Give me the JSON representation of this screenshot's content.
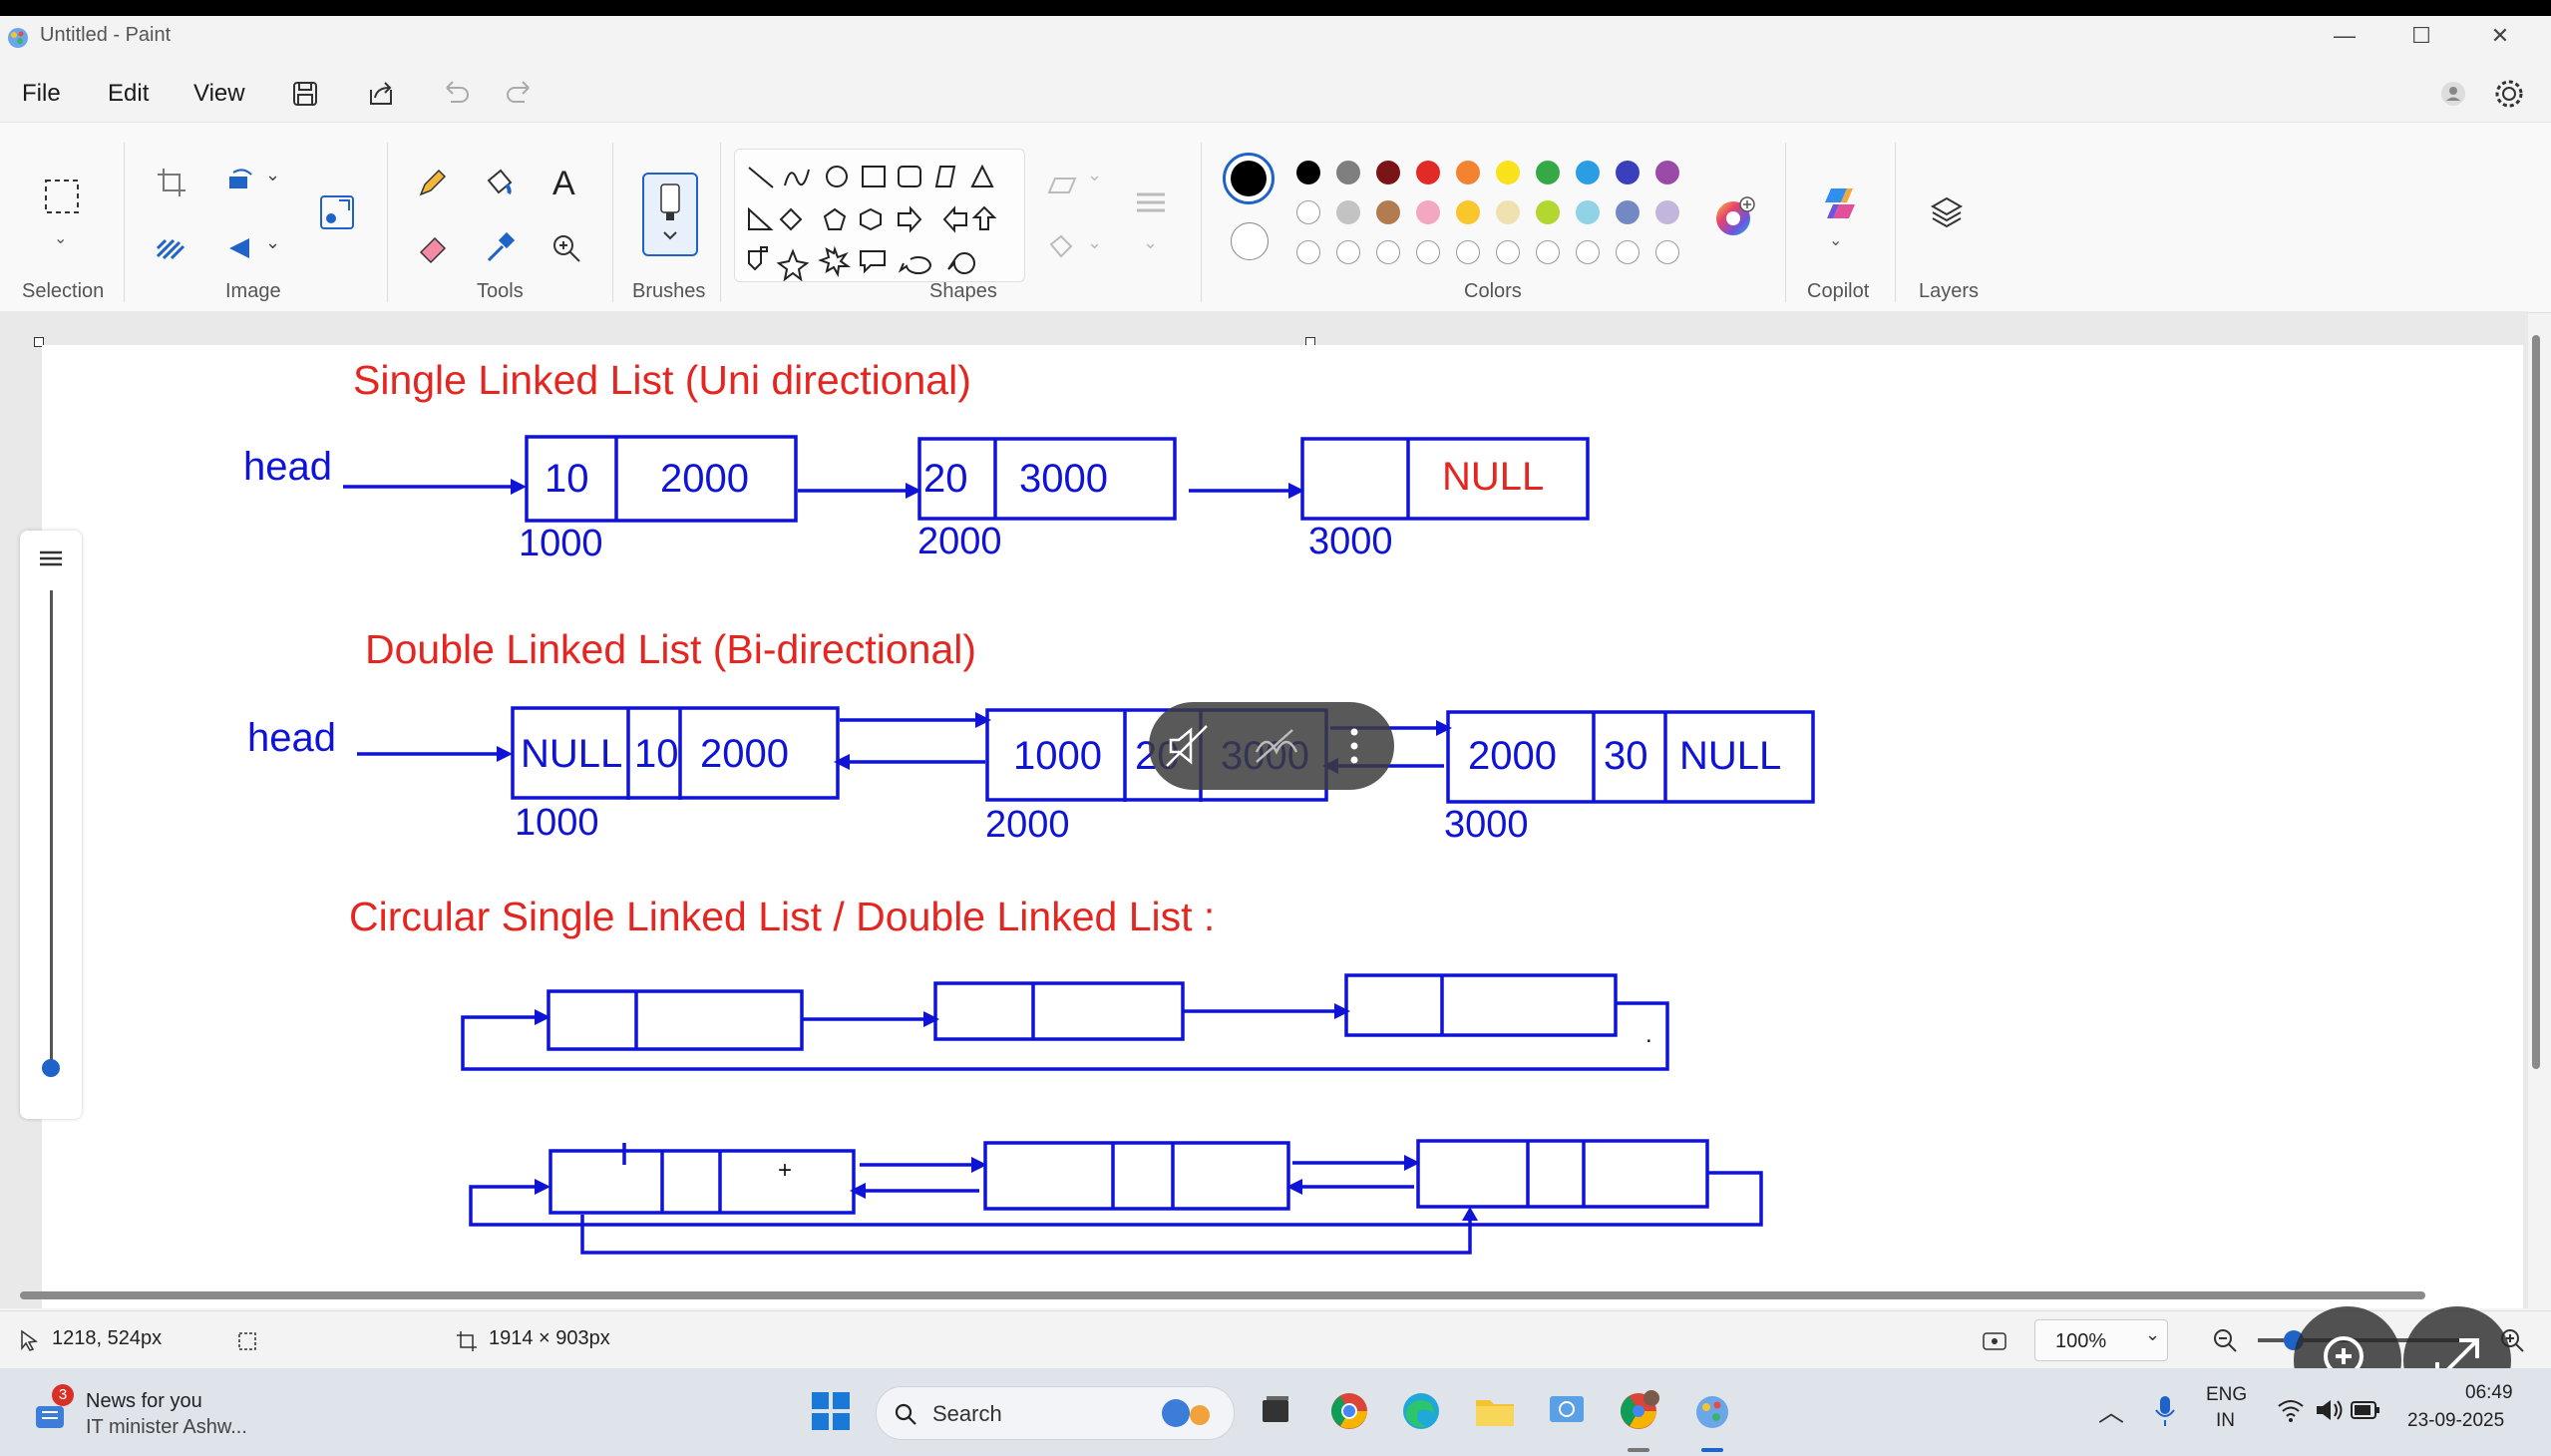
{
  "window": {
    "title": "Untitled - Paint",
    "minimize": "—",
    "maximize": "☐",
    "close": "✕"
  },
  "menu": {
    "file": "File",
    "edit": "Edit",
    "view": "View"
  },
  "ribbon": {
    "groups": {
      "selection": "Selection",
      "image": "Image",
      "tools": "Tools",
      "brushes": "Brushes",
      "shapes": "Shapes",
      "colors": "Colors",
      "copilot": "Copilot",
      "layers": "Layers"
    },
    "icons": {
      "text_tool": "A"
    }
  },
  "colors": {
    "primary": "#000000",
    "row1": [
      "#000000",
      "#7f7f7f",
      "#7a1416",
      "#e22b26",
      "#f3832f",
      "#f9e21b",
      "#36a947",
      "#2b9ee3",
      "#3a3fbd",
      "#9a4ba8"
    ],
    "row2": [
      "#ffffff",
      "#c3c3c3",
      "#b27c50",
      "#f3a7c0",
      "#f9c72c",
      "#efe2b0",
      "#b4d630",
      "#90d3e6",
      "#7489c3",
      "#c3b6dd"
    ]
  },
  "diagram": {
    "title1": "Single Linked List (Uni directional)",
    "title2": "Double Linked List (Bi-directional)",
    "title3": "Circular Single Linked List / Double Linked List :",
    "head1": "head",
    "head2": "head",
    "sll": {
      "node1": {
        "data": "10",
        "next": "2000",
        "addr": "1000"
      },
      "node2": {
        "data": "20",
        "next": "3000",
        "addr": "2000"
      },
      "node3": {
        "data": "",
        "next": "NULL",
        "addr": "3000"
      }
    },
    "dll": {
      "node1": {
        "prev": "NULL",
        "data": "10",
        "next": "2000",
        "addr": "1000"
      },
      "node2": {
        "prev": "1000",
        "data": "20",
        "next": "3000",
        "addr": "2000"
      },
      "node3": {
        "prev": "2000",
        "data": "30",
        "next": "NULL",
        "addr": "3000"
      }
    },
    "plus_mark": "+",
    "dot_mark": "."
  },
  "status": {
    "cursor_pos": "1218, 524px",
    "canvas_size": "1914 × 903px",
    "zoom": "100%"
  },
  "taskbar": {
    "news_badge": "3",
    "news_title": "News for you",
    "news_sub": "IT minister Ashw...",
    "search": "Search",
    "lang1": "ENG",
    "lang2": "IN",
    "time": "06:49",
    "date": "23-09-2025"
  }
}
